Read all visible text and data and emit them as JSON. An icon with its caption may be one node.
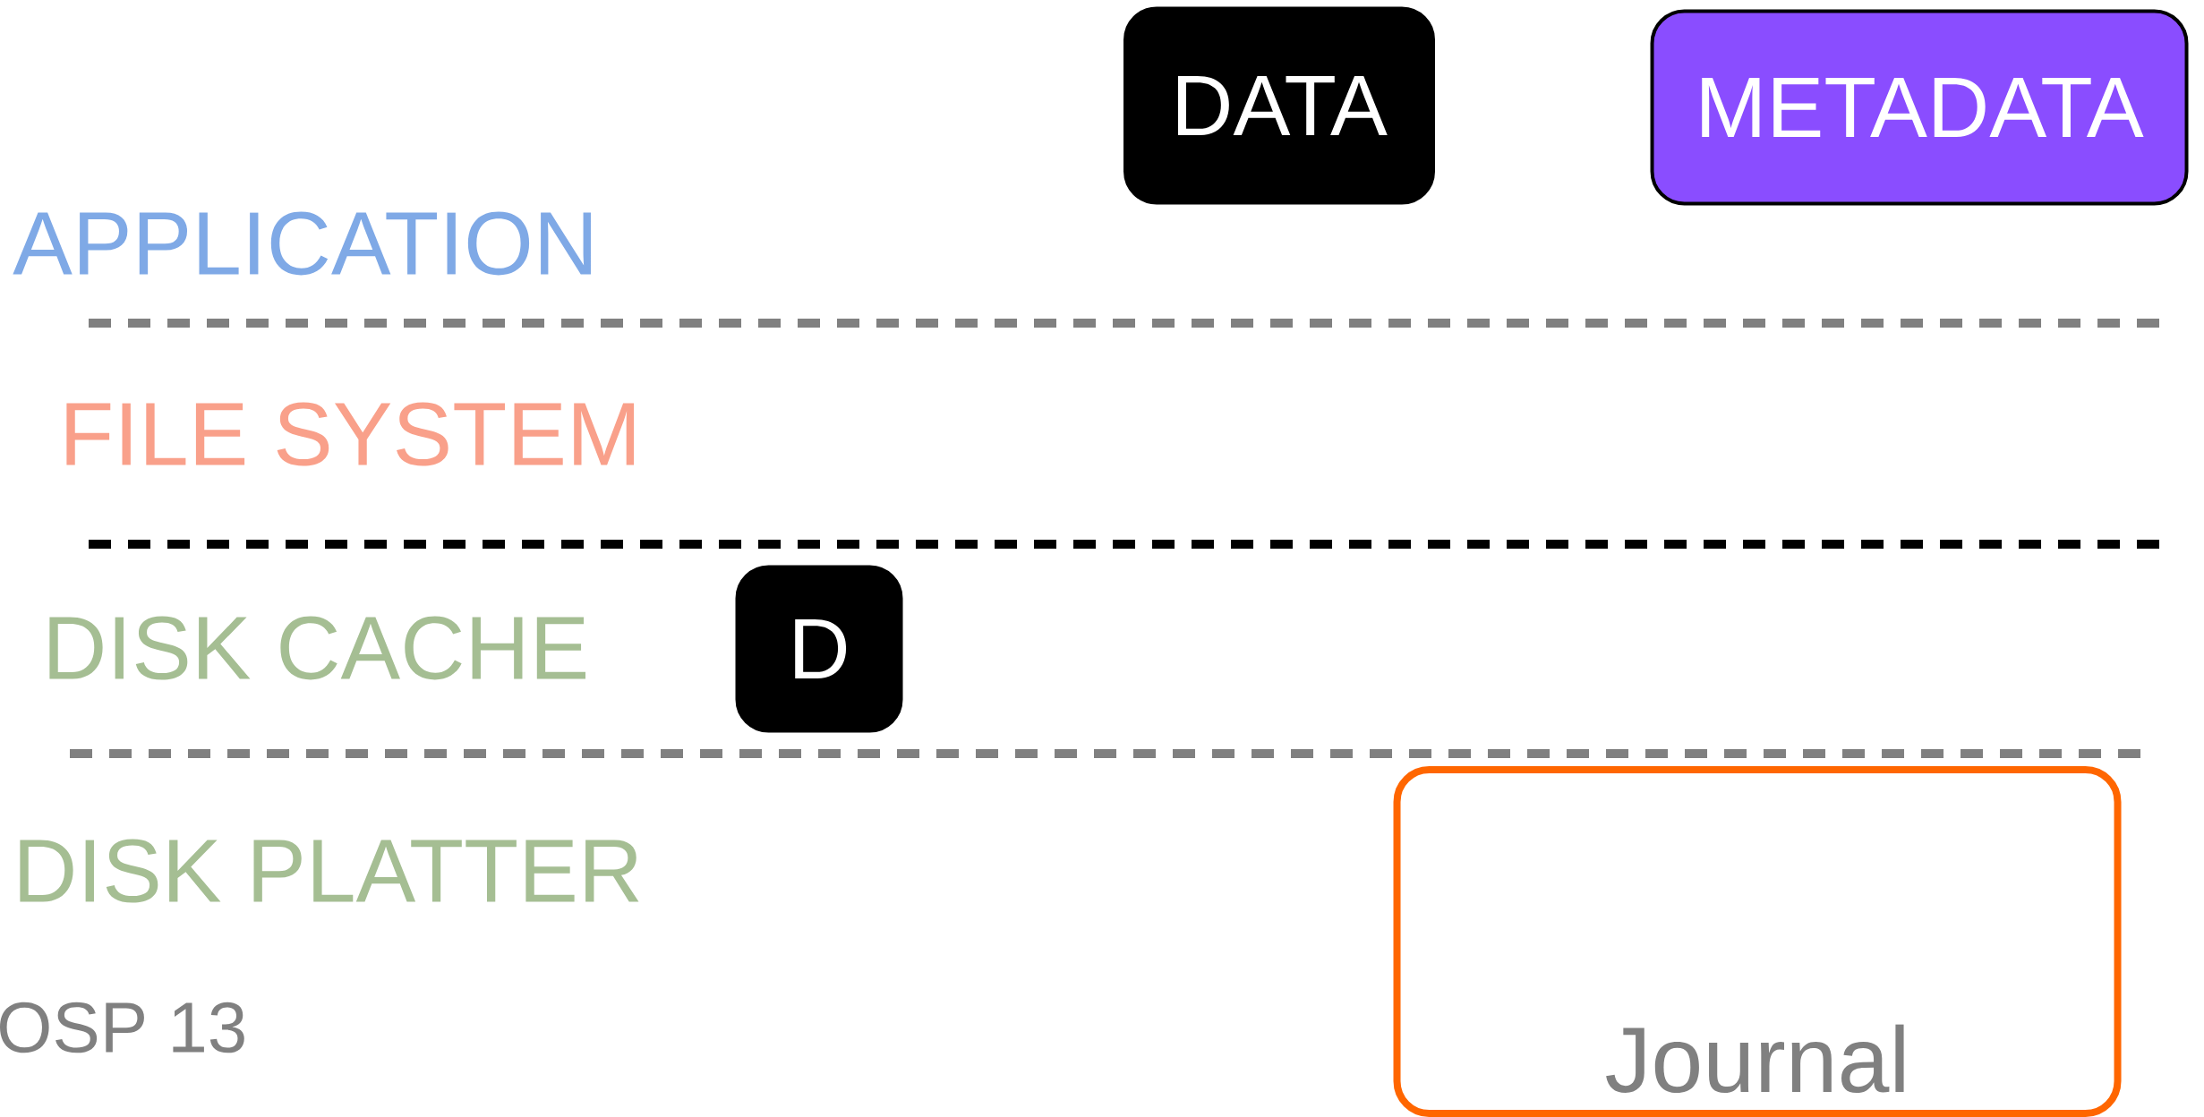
{
  "diagram": {
    "nodes": [
      {
        "text": [
          "DATA"
        ]
      },
      {
        "text": [
          "METADATA"
        ]
      },
      {
        "text": [
          "D"
        ]
      },
      {
        "text": [
          "Journal"
        ]
      }
    ],
    "labels": [
      "APPLICATION",
      "FILE SYSTEM",
      "DISK CACHE",
      "DISK PLATTER",
      "OSP 13"
    ]
  }
}
